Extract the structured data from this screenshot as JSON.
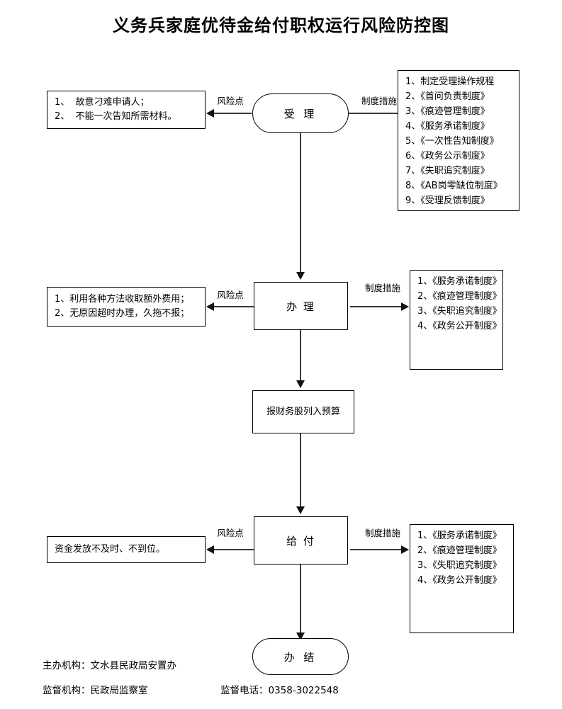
{
  "title": "义务兵家庭优待金给付职权运行风险防控图",
  "edge_labels": {
    "risk": "风险点",
    "measures": "制度措施"
  },
  "stages": [
    {
      "id": "accept",
      "node_label": "受  理",
      "shape": "stadium",
      "risk_lines": [
        "1、  故意刁难申请人；",
        "2、  不能一次告知所需材料。"
      ],
      "measure_lines": [
        "1、制定受理操作规程",
        "2、《首问负责制度》",
        "3、《痕迹管理制度》",
        "4、《服务承诺制度》",
        "5、《一次性告知制度》",
        "6、《政务公示制度》",
        "7、《失职追究制度》",
        "8、《AB岗零缺位制度》",
        "9、《受理反馈制度》"
      ]
    },
    {
      "id": "process",
      "node_label": "办  理",
      "shape": "rect",
      "risk_lines": [
        "1、利用各种方法收取额外费用；",
        "2、无原因超时办理，久拖不报；"
      ],
      "measure_lines": [
        "1、《服务承诺制度》",
        "2、《痕迹管理制度》",
        "3、《失职追究制度》",
        "4、《政务公开制度》"
      ]
    },
    {
      "id": "budget",
      "node_label": "报财务股列入预算",
      "shape": "rect",
      "risk_lines": [],
      "measure_lines": []
    },
    {
      "id": "payment",
      "node_label": "给  付",
      "shape": "rect",
      "risk_lines": [
        "资金发放不及时、不到位。"
      ],
      "measure_lines": [
        "1、《服务承诺制度》",
        "2、《痕迹管理制度》",
        "3、《失职追究制度》",
        "4、《政务公开制度》"
      ]
    },
    {
      "id": "done",
      "node_label": "办  结",
      "shape": "stadium",
      "risk_lines": [],
      "measure_lines": []
    }
  ],
  "footer": {
    "host_org": "主办机构：文水县民政局安置办",
    "supervisor_org": "监督机构：民政局监察室",
    "supervisor_phone": "监督电话：0358-3022548"
  }
}
